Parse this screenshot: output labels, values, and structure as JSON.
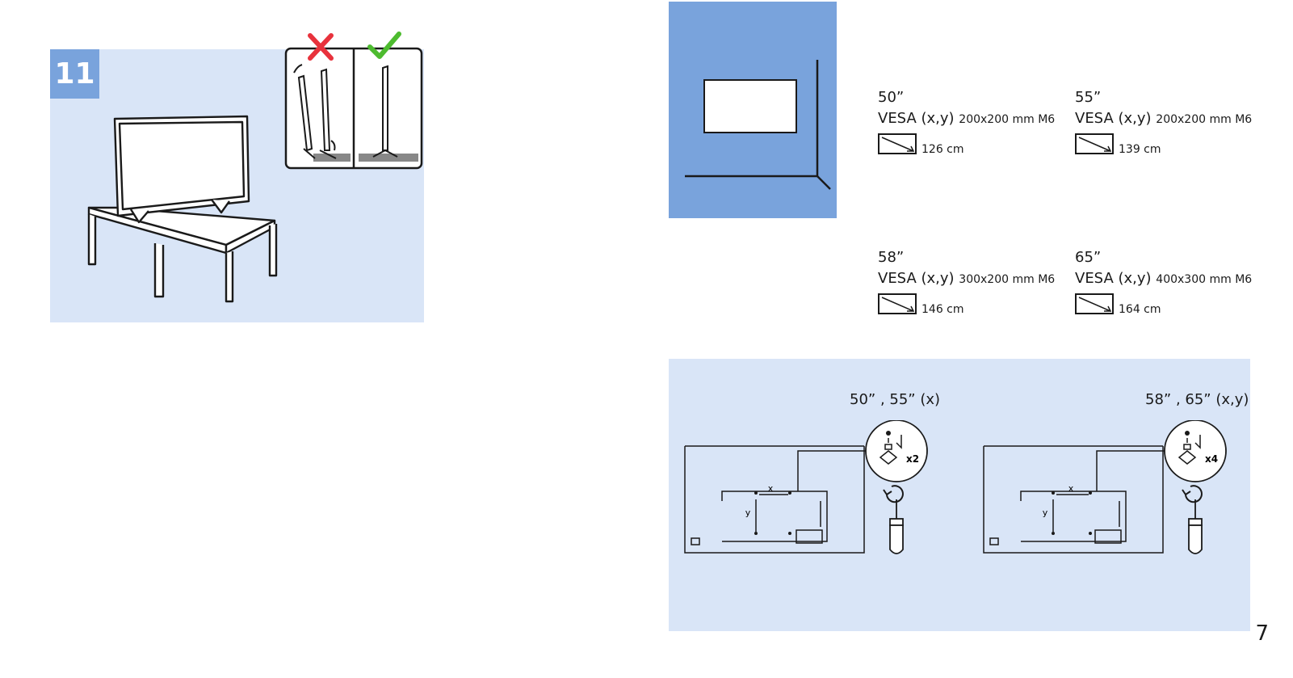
{
  "step": {
    "number": "11"
  },
  "specs": [
    {
      "size": "50”",
      "vesa_label": "VESA (x,y)",
      "vesa_value": "200x200 mm M6",
      "diagonal": "126 cm"
    },
    {
      "size": "55”",
      "vesa_label": "VESA (x,y)",
      "vesa_value": "200x200 mm M6",
      "diagonal": "139 cm"
    },
    {
      "size": "58”",
      "vesa_label": "VESA (x,y)",
      "vesa_value": "300x200 mm M6",
      "diagonal": "146 cm"
    },
    {
      "size": "65”",
      "vesa_label": "VESA (x,y)",
      "vesa_value": "400x300 mm M6",
      "diagonal": "164 cm"
    }
  ],
  "mount_diagrams": [
    {
      "label": "50” , 55” (x)",
      "count": "x2",
      "x_label": "x",
      "y_label": "y"
    },
    {
      "label": "58” , 65” (x,y)",
      "count": "x4",
      "x_label": "x",
      "y_label": "y"
    }
  ],
  "page": {
    "number": "7"
  },
  "colors": {
    "panel_light": "#d9e5f7",
    "panel_accent": "#79a3dc",
    "wrong": "#e8323c",
    "right": "#4dbb2f"
  },
  "icons": [
    "wrong-cross-icon",
    "right-check-icon",
    "diagonal-size-icon",
    "screw-icon",
    "rotate-arrow-icon",
    "screwdriver-icon"
  ]
}
